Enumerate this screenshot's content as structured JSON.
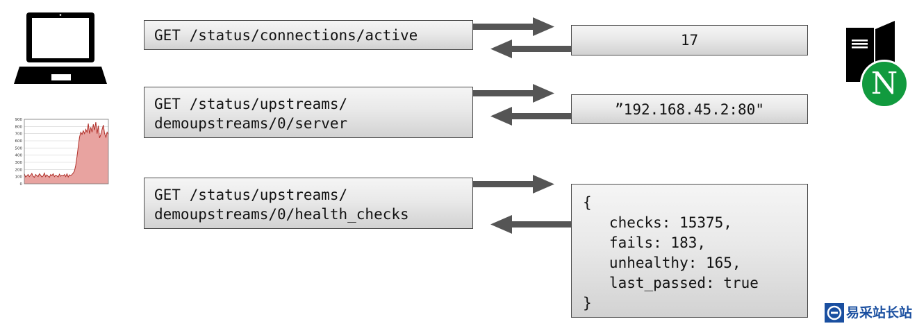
{
  "requests": [
    {
      "label": "GET /status/connections/active"
    },
    {
      "label": "GET /status/upstreams/\ndemoupstreams/0/server"
    },
    {
      "label": "GET /status/upstreams/\ndemoupstreams/0/health_checks"
    }
  ],
  "responses": [
    {
      "value": "17"
    },
    {
      "value": "”192.168.45.2:80\""
    },
    {
      "value": "{\n   checks: 15375,\n   fails: 183,\n   unhealthy: 165,\n   last_passed: true\n}"
    }
  ],
  "mini_chart": {
    "y_ticks": [
      "900",
      "800",
      "700",
      "600",
      "500",
      "400",
      "300",
      "200",
      "100",
      "0"
    ],
    "series": [
      140,
      95,
      110,
      130,
      100,
      120,
      145,
      105,
      90,
      130,
      115,
      100,
      140,
      120,
      95,
      110,
      150,
      100,
      125,
      105,
      90,
      130,
      115,
      140,
      100,
      120,
      110,
      95,
      135,
      105,
      120,
      110,
      130,
      100,
      140,
      95,
      125,
      115,
      130,
      150,
      180,
      260,
      380,
      520,
      650,
      720,
      690,
      740,
      700,
      760,
      720,
      840,
      700,
      790,
      720,
      830,
      750,
      860,
      700,
      810,
      640,
      690,
      760,
      820,
      700,
      650,
      720,
      690
    ],
    "fill_color": "#e8a3a0",
    "line_color": "#b0302a"
  },
  "icons": {
    "client": "laptop-icon",
    "server": "server-icon",
    "server_badge_letter": "N"
  },
  "watermark": {
    "text": "易采站长站"
  }
}
